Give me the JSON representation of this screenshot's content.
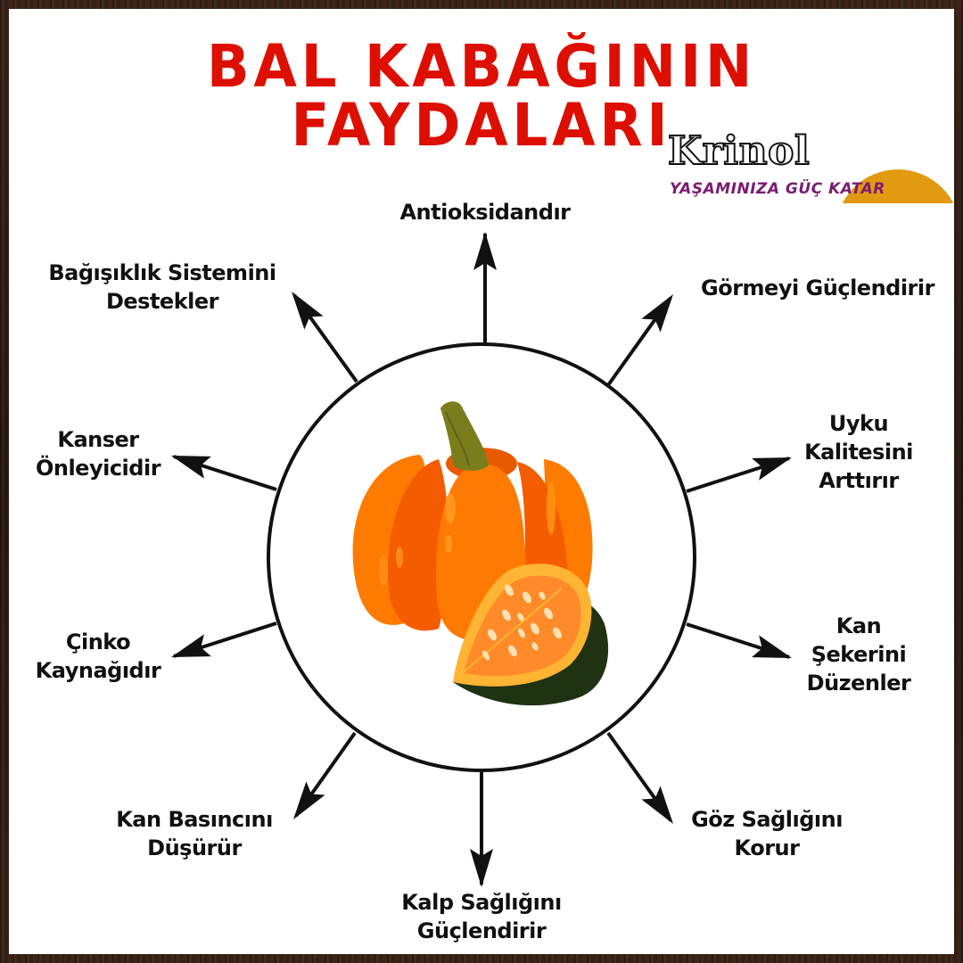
{
  "title": "BAL KABAĞININ FAYDALARI",
  "colors": {
    "title": "#dd0f00",
    "logo_tagline": "#7a1c72",
    "logo_arc": "#e29a12",
    "arrow": "#111111",
    "pumpkin_light": "#ff7a00",
    "pumpkin_dark": "#f25e00",
    "stem": "#7a7d1c",
    "slice_flesh": "#ffb433",
    "slice_rind": "#1f3212",
    "seeds": "#fde1b0"
  },
  "logo": {
    "brand": "Krinol",
    "tagline": "YAŞAMINIZA GÜÇ KATAR"
  },
  "center_icon": "pumpkin-with-slice-illustration",
  "benefits": [
    {
      "id": "antioxidant",
      "lines": [
        "Antioksidandır"
      ]
    },
    {
      "id": "vision",
      "lines": [
        "Görmeyi Güçlendirir"
      ]
    },
    {
      "id": "sleep",
      "lines": [
        "Uyku",
        "Kalitesini",
        "Arttırır"
      ]
    },
    {
      "id": "blood-sugar",
      "lines": [
        "Kan",
        "Şekerini",
        "Düzenler"
      ]
    },
    {
      "id": "eye-health",
      "lines": [
        "Göz Sağlığını",
        "Korur"
      ]
    },
    {
      "id": "heart-health",
      "lines": [
        "Kalp Sağlığını",
        "Güçlendirir"
      ]
    },
    {
      "id": "blood-pressure",
      "lines": [
        "Kan Basıncını",
        "Düşürür"
      ]
    },
    {
      "id": "zinc",
      "lines": [
        "Çinko",
        "Kaynağıdır"
      ]
    },
    {
      "id": "cancer",
      "lines": [
        "Kanser",
        "Önleyicidir"
      ]
    },
    {
      "id": "immunity",
      "lines": [
        "Bağışıklık Sistemini",
        "Destekler"
      ]
    }
  ]
}
